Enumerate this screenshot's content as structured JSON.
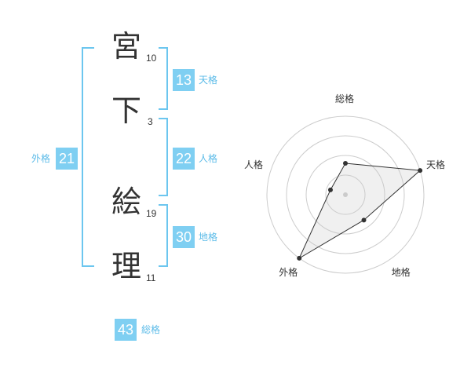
{
  "colors": {
    "accent": "#6cc6ef",
    "accent_fill": "#7fcff2",
    "text": "#333333",
    "label": "#5bbbe8"
  },
  "name": {
    "chars": [
      {
        "char": "宮",
        "strokes": "10"
      },
      {
        "char": "下",
        "strokes": "3"
      },
      {
        "char": "絵",
        "strokes": "19"
      },
      {
        "char": "理",
        "strokes": "11"
      }
    ]
  },
  "fortunes": {
    "tenkaku": {
      "value": "13",
      "label": "天格"
    },
    "jinkaku": {
      "value": "22",
      "label": "人格"
    },
    "chikaku": {
      "value": "30",
      "label": "地格"
    },
    "gaikaku": {
      "value": "21",
      "label": "外格"
    },
    "soukaku": {
      "value": "43",
      "label": "総格"
    }
  },
  "chart_data": {
    "type": "radar",
    "axes": [
      "総格",
      "天格",
      "地格",
      "外格",
      "人格"
    ],
    "values": [
      2,
      5,
      2,
      5,
      1
    ],
    "rmax": 5,
    "rings": 4
  }
}
